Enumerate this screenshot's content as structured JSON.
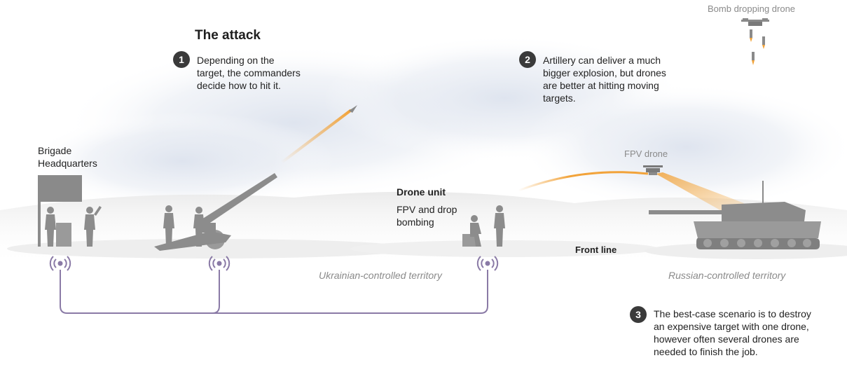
{
  "title": "The attack",
  "steps": [
    {
      "number": "1",
      "lines": [
        "Depending on the",
        "target, the commanders",
        "decide how to hit it."
      ]
    },
    {
      "number": "2",
      "lines": [
        "Artillery can deliver a much",
        "bigger explosion, but drones",
        "are better at hitting moving",
        "targets."
      ]
    },
    {
      "number": "3",
      "lines": [
        "The best-case scenario is to destroy",
        "an expensive target with one drone,",
        "however often several drones are",
        "needed to finish the job."
      ]
    }
  ],
  "labels": {
    "brigade_hq": [
      "Brigade",
      "Headquarters"
    ],
    "drone_unit_title": "Drone unit",
    "drone_unit_desc": [
      "FPV and drop",
      "bombing"
    ],
    "front_line": "Front line",
    "fpv_drone": "FPV drone",
    "bomb_drone": "Bomb dropping drone",
    "ukraine_territory": "Ukrainian-controlled territory",
    "russia_territory": "Russian-controlled territory"
  },
  "colors": {
    "accent_orange": "#f2a33a",
    "network_purple": "#8a7aa6",
    "figure_grey": "#8c8c8c",
    "step_badge": "#3a3a3a"
  }
}
